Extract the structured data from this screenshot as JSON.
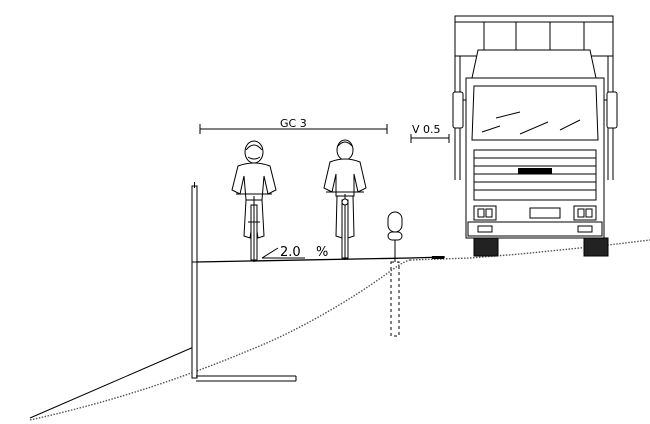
{
  "labels": {
    "width": "GC 3",
    "clearance": "V 0.5",
    "slope_value": "2.0",
    "slope_unit": "%"
  }
}
